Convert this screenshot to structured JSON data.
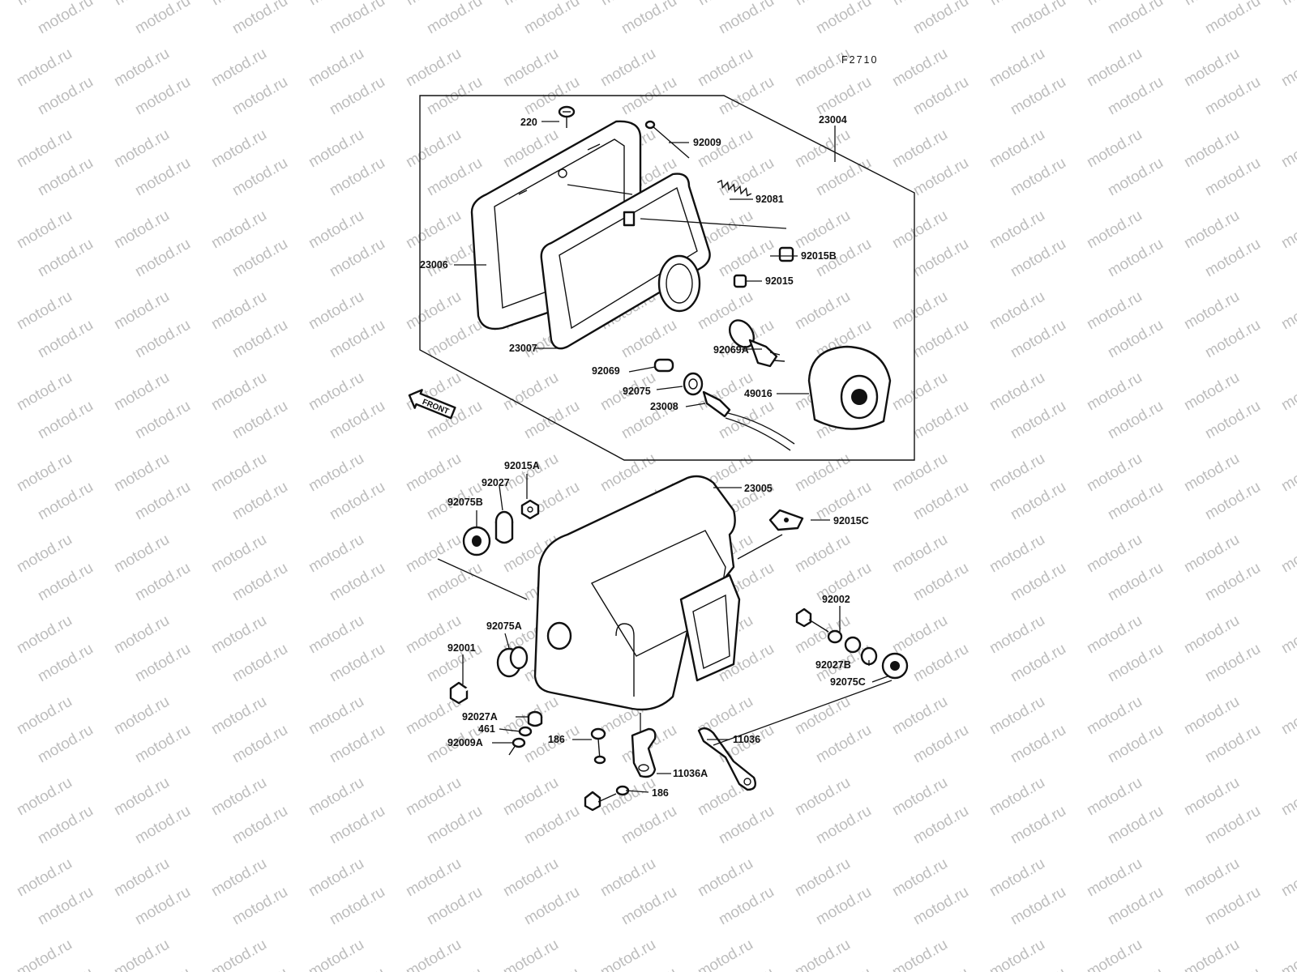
{
  "figure_code": "F2710",
  "front_arrow_label": "FRONT",
  "watermark_text": "motod.ru",
  "callouts": [
    {
      "id": "c220",
      "text": "220"
    },
    {
      "id": "c92009",
      "text": "92009"
    },
    {
      "id": "c23004",
      "text": "23004"
    },
    {
      "id": "c92081",
      "text": "92081"
    },
    {
      "id": "c92015B",
      "text": "92015B"
    },
    {
      "id": "c23006",
      "text": "23006"
    },
    {
      "id": "c92015",
      "text": "92015"
    },
    {
      "id": "c92069A",
      "text": "92069A"
    },
    {
      "id": "c23007",
      "text": "23007"
    },
    {
      "id": "c92069",
      "text": "92069"
    },
    {
      "id": "c92075",
      "text": "92075"
    },
    {
      "id": "c49016",
      "text": "49016"
    },
    {
      "id": "c23008",
      "text": "23008"
    },
    {
      "id": "c92015A",
      "text": "92015A"
    },
    {
      "id": "c92027",
      "text": "92027"
    },
    {
      "id": "c92075B",
      "text": "92075B"
    },
    {
      "id": "c23005",
      "text": "23005"
    },
    {
      "id": "c92015C",
      "text": "92015C"
    },
    {
      "id": "c92002",
      "text": "92002"
    },
    {
      "id": "c92075A",
      "text": "92075A"
    },
    {
      "id": "c92001",
      "text": "92001"
    },
    {
      "id": "c92027B",
      "text": "92027B"
    },
    {
      "id": "c92075C",
      "text": "92075C"
    },
    {
      "id": "c92027A",
      "text": "92027A"
    },
    {
      "id": "c461",
      "text": "461"
    },
    {
      "id": "c92009A",
      "text": "92009A"
    },
    {
      "id": "c186a",
      "text": "186"
    },
    {
      "id": "c11036",
      "text": "11036"
    },
    {
      "id": "c11036A",
      "text": "11036A"
    },
    {
      "id": "c186b",
      "text": "186"
    }
  ]
}
